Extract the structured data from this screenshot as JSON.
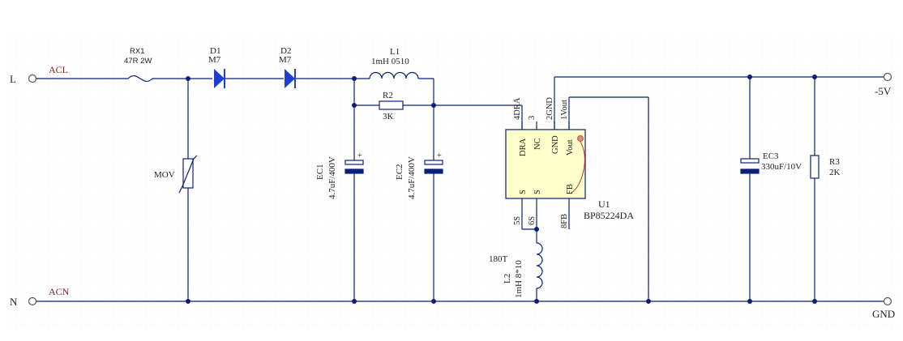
{
  "colors": {
    "wire": "#0b1f7a",
    "net_label": "#8b1a1a",
    "diode": "#1f3fd1",
    "ic_fill": "#ffffcc",
    "grid": "#e8e8e8"
  },
  "ports": {
    "L": "L",
    "N": "N",
    "out_neg": "-5V",
    "gnd": "GND"
  },
  "nets": {
    "acl": "ACL",
    "acn": "ACN"
  },
  "components": {
    "rx1": {
      "ref": "RX1",
      "value": "47R 2W"
    },
    "d1": {
      "ref": "D1",
      "value": "M7"
    },
    "d2": {
      "ref": "D2",
      "value": "M7"
    },
    "l1": {
      "ref": "L1",
      "value": "1mH  0510"
    },
    "r2": {
      "ref": "R2",
      "value": "3K"
    },
    "mov": {
      "ref": "MOV"
    },
    "ec1": {
      "ref": "EC1",
      "value": "4.7uF/400V"
    },
    "ec2": {
      "ref": "EC2",
      "value": "4.7uF/400V"
    },
    "ec3": {
      "ref": "EC3",
      "value": "330uF/10V"
    },
    "r3": {
      "ref": "R3",
      "value": "2K"
    },
    "l2": {
      "ref": "L2",
      "value": "1mH 8*10",
      "note": "180T"
    },
    "u1": {
      "ref": "U1",
      "value": "BP85224DA",
      "pins_top": [
        "4DRA",
        "3",
        "2GND",
        "1Vout"
      ],
      "pins_bottom": [
        "5S",
        "6S",
        "8FB"
      ],
      "inner": [
        "DRA",
        "NC",
        "GND",
        "Vout",
        "S",
        "S",
        "FB"
      ]
    }
  }
}
